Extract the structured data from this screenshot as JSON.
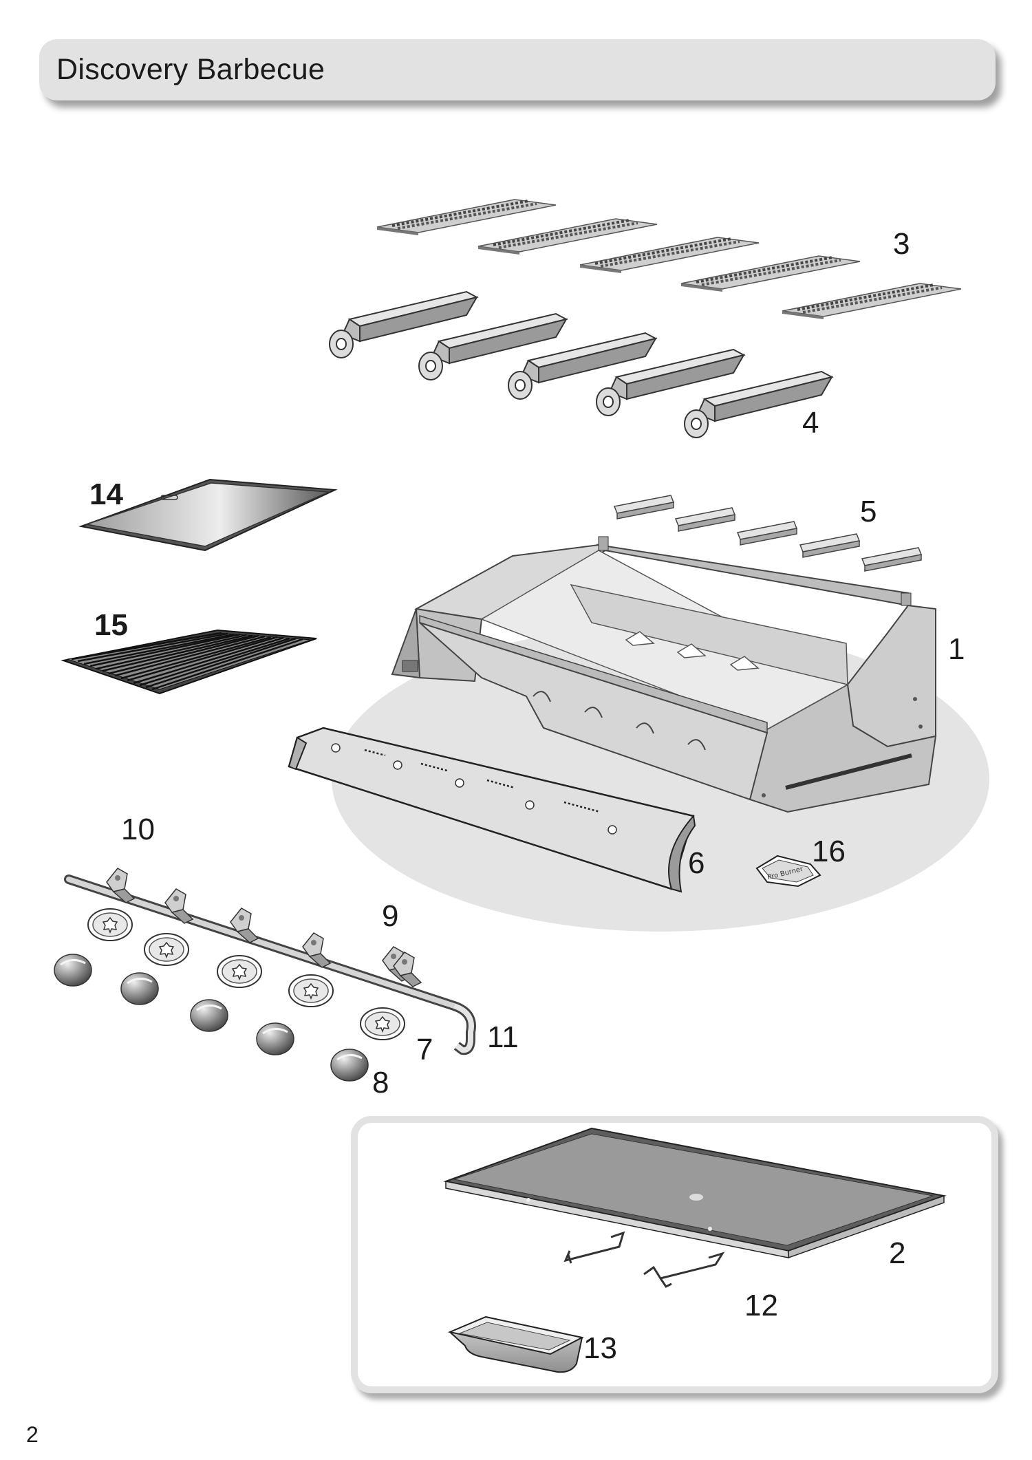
{
  "header": {
    "title": "Discovery Barbecue"
  },
  "callouts": {
    "c1": "1",
    "c2": "2",
    "c3": "3",
    "c4": "4",
    "c5": "5",
    "c6": "6",
    "c7": "7",
    "c8": "8",
    "c9": "9",
    "c10": "10",
    "c11": "11",
    "c12": "12",
    "c13": "13",
    "c14": "14",
    "c15": "15",
    "c16": "16"
  },
  "badge_text": "Pro Burner",
  "page_number": "2"
}
